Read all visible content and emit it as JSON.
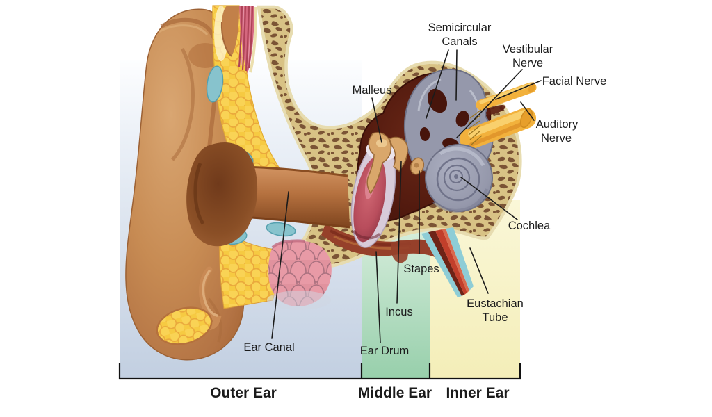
{
  "labels": {
    "malleus": "Malleus",
    "semicircular": {
      "line1": "Semicircular",
      "line2": "Canals"
    },
    "vestibular": {
      "line1": "Vestibular",
      "line2": "Nerve"
    },
    "facial": "Facial Nerve",
    "auditory": {
      "line1": "Auditory",
      "line2": "Nerve"
    },
    "cochlea": "Cochlea",
    "stapes": "Stapes",
    "incus": "Incus",
    "eardrum": "Ear Drum",
    "earcanal": "Ear Canal",
    "eustachian": {
      "line1": "Eustachian",
      "line2": "Tube"
    }
  },
  "regions": {
    "outer": "Outer Ear",
    "middle": "Middle Ear",
    "inner": "Inner Ear"
  },
  "colors": {
    "outer_band": "#c3cfe0",
    "middle_band": "#9dd2ae",
    "inner_band": "#f7f3c3",
    "skin": "#c68a52",
    "fat": "#f6ca42",
    "cartilage": "#87c3cd",
    "bone": "#d8c285",
    "bone_spongy": "#7b5435",
    "cavity": "#4a170e",
    "labyrinth": "#9598ab",
    "nerve": "#f2b13c",
    "eardrum_membrane": "#b84d5c",
    "eustachian_red": "#c23f2b",
    "eustachian_teal": "#8ecdd6",
    "label_text": "#1b1b1b"
  }
}
